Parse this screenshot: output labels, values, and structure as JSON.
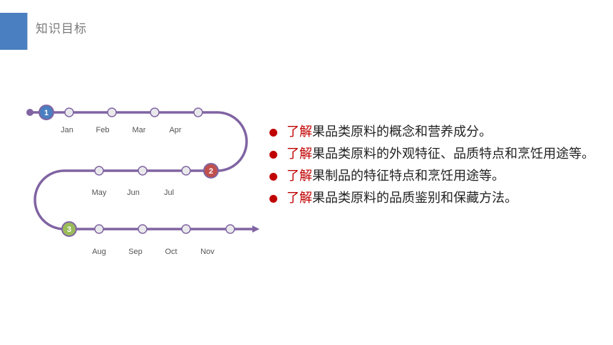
{
  "header": {
    "title": "知识目标"
  },
  "timeline": {
    "months": [
      "Jan",
      "Feb",
      "Mar",
      "Apr",
      "May",
      "Jun",
      "Jul",
      "Aug",
      "Sep",
      "Oct",
      "Nov"
    ],
    "milestones": [
      {
        "label": "1",
        "color": "#4a7fc1"
      },
      {
        "label": "2",
        "color": "#c0504d"
      },
      {
        "label": "3",
        "color": "#9bbb59"
      }
    ],
    "line_color": "#8064a2"
  },
  "goals": [
    {
      "keyword": "了解",
      "text": "果品类原料的概念和营养成分。"
    },
    {
      "keyword": "了解",
      "text": "果品类原料的外观特征、品质特点和烹饪用途等。"
    },
    {
      "keyword": "了解",
      "text": "果制品的特征特点和烹饪用途等。"
    },
    {
      "keyword": "了解",
      "text": "果品类原料的品质鉴别和保藏方法。"
    }
  ]
}
